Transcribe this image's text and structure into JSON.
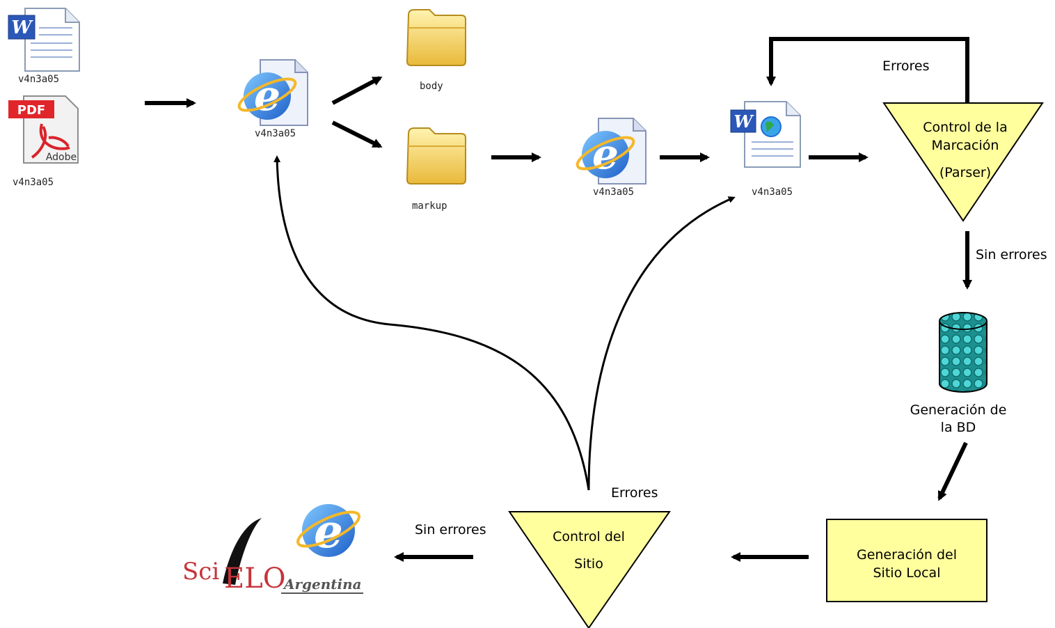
{
  "nodes": {
    "word_doc": {
      "label": "v4n3a05",
      "icon": "word-document-icon"
    },
    "pdf_doc": {
      "label": "v4n3a05",
      "icon": "pdf-document-icon",
      "badge": "PDF",
      "brand": "Adobe"
    },
    "ie_html_1": {
      "label": "v4n3a05",
      "icon": "internet-explorer-icon"
    },
    "folder_body": {
      "label": "body",
      "icon": "folder-icon"
    },
    "folder_markup": {
      "label": "markup",
      "icon": "folder-icon"
    },
    "ie_html_2": {
      "label": "v4n3a05",
      "icon": "internet-explorer-icon"
    },
    "word_web_doc": {
      "label": "v4n3a05",
      "icon": "word-web-document-icon"
    },
    "parser_control": {
      "line1": "Control de la",
      "line2": "Marcación",
      "line3": "(Parser)"
    },
    "database": {
      "line1": "Generación de",
      "line2": "la BD",
      "icon": "database-icon"
    },
    "local_site": {
      "line1": "Generación del",
      "line2": "Sitio Local"
    },
    "site_control": {
      "line1": "Control del",
      "line2": "Sitio"
    },
    "scielo_logo": {
      "text_sci": "Sci",
      "text_elo": "ELO",
      "text_country": "Argentina"
    }
  },
  "edges": {
    "parser_errors": "Errores",
    "parser_ok": "Sin errores",
    "site_errors": "Errores",
    "site_ok": "Sin errores"
  },
  "colors": {
    "decision_fill": "#ffff9e",
    "arrow": "#000000",
    "folder": "#f7d15a",
    "ie_blue": "#1e6fd8",
    "database_teal": "#2aa6a6",
    "pdf_red": "#e0262b"
  }
}
